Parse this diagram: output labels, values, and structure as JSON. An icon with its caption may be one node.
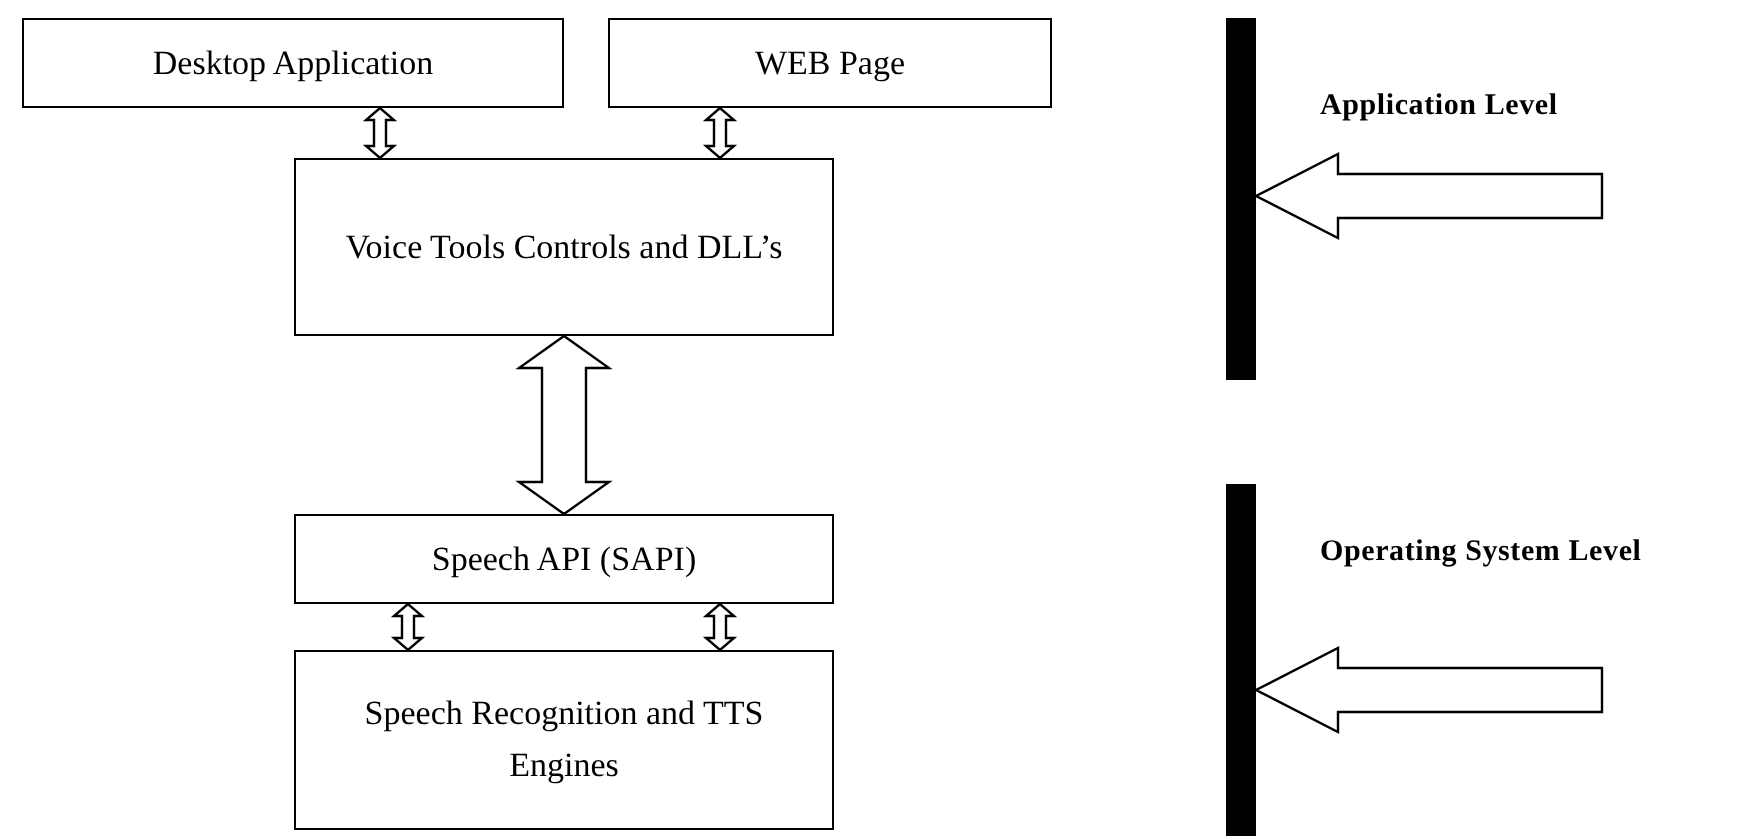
{
  "diagram": {
    "nodes": [
      {
        "text": [
          "Desktop Application"
        ]
      },
      {
        "text": [
          "WEB Page"
        ]
      },
      {
        "text": [
          "Voice Tools Controls and DLL’s"
        ]
      },
      {
        "text": [
          "Speech API (SAPI)"
        ]
      },
      {
        "text": [
          "Speech Recognition and TTS Engines"
        ]
      },
      {
        "text": [],
        "shape": "bar",
        "beside": [
          "Application Level"
        ]
      },
      {
        "text": [],
        "shape": "bar",
        "beside": [
          "Operating System Level"
        ]
      }
    ],
    "edges": [
      {
        "from": 0,
        "to": 2,
        "arrow": "both"
      },
      {
        "from": 1,
        "to": 2,
        "arrow": "both"
      },
      {
        "from": 2,
        "to": 3,
        "arrow": "both"
      },
      {
        "from": 3,
        "to": 4,
        "arrow": "both"
      },
      {
        "from": 3,
        "to": 4,
        "arrow": "both"
      },
      {
        "from": null,
        "to": 5,
        "arrow": "to"
      },
      {
        "from": null,
        "to": 6,
        "arrow": "to"
      }
    ]
  }
}
